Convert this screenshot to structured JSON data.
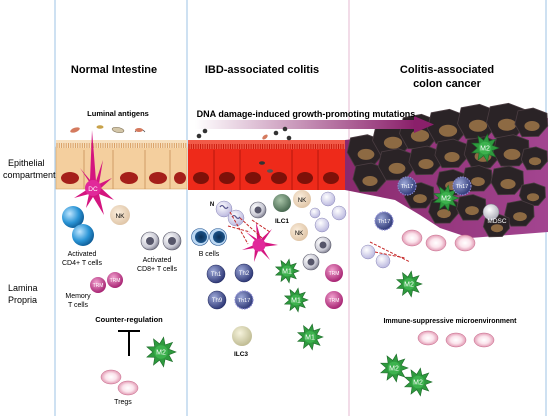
{
  "headers": {
    "normal": "Normal Intestine",
    "ibd": "IBD-associated colitis",
    "cac_line1": "Colitis-associated",
    "cac_line2": "colon  cancer"
  },
  "side_labels": {
    "epi_line1": "Epithelial",
    "epi_line2": "compartment",
    "lp_line1": "Lamina",
    "lp_line2": "Propria"
  },
  "normal_panel": {
    "luminal_antigens": "Luminal antigens",
    "dc": "DC",
    "nk": "NK",
    "act_cd4_line1": "Activated",
    "act_cd4_line2": "CD4+ T cells",
    "act_cd8_line1": "Activated",
    "act_cd8_line2": "CD8+ T cells",
    "trm_a": "TRM",
    "trm_b": "TRM",
    "memory_line1": "Memory",
    "memory_line2": "T cells",
    "counter_regulation": "Counter-regulation",
    "m2": "M2",
    "tregs": "Tregs"
  },
  "ibd_panel": {
    "arrow_label": "DNA damage-induced growth-promoting mutations",
    "n": "N",
    "ilc1": "ILC1",
    "nk_a": "NK",
    "nk_b": "NK",
    "b_cells": "B cells",
    "th1_a": "Th1",
    "th2": "Th2",
    "th9": "Th9",
    "th17": "Th17",
    "m1_a": "M1",
    "m1_b": "M1",
    "m1_c": "M1",
    "trm_a": "TRM",
    "trm_b": "TRM",
    "ilc3": "ILC3"
  },
  "cac_panel": {
    "m2_a": "M2",
    "m2_b": "M2",
    "m2_c": "M2",
    "m2_d": "M2",
    "m2_e": "M2",
    "th17_a": "Th17",
    "th17_b": "Th17",
    "th17_c": "Th17",
    "mdsc": "MDSC",
    "immune_suppressive": "Immune-suppressive  microenvironment"
  },
  "colors": {
    "divider": "#9ec3e6",
    "divider_pink": "#e6b9d0",
    "epithelium_normal": "#f4cf9e",
    "epithelium_inflamed": "#ee2a1a",
    "dc_magenta": "#d4157f",
    "macrophage_green": "#2e9a3e",
    "tumor_dark": "#2a2326",
    "arrow": "#8a1f6a"
  }
}
